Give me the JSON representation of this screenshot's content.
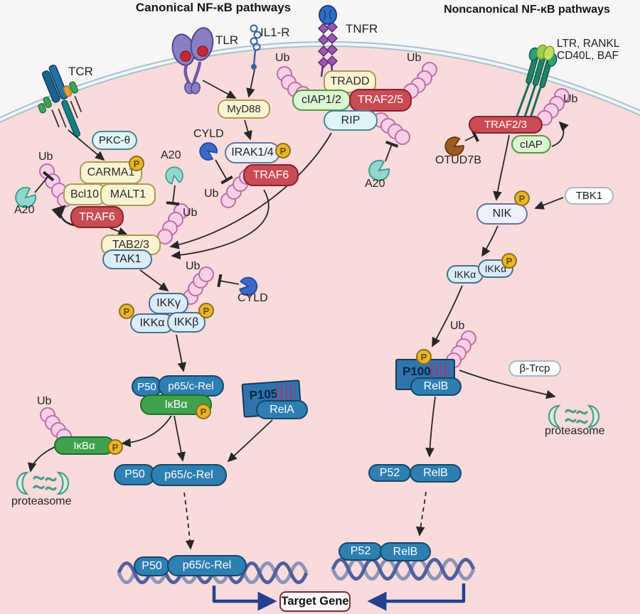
{
  "titles": {
    "canonical": "Canonical NF-κB pathways",
    "noncanonical": "Noncanonical NF-κB pathways"
  },
  "receptors": {
    "tcr": "TCR",
    "tlr": "TLR",
    "il1r": "IL1-R",
    "tnfr": "TNFR",
    "ltr_line1": "LTR, RANKL",
    "ltr_line2": "CD40L, BAF"
  },
  "proteins": {
    "pkc_theta": "PKC-θ",
    "carma1": "CARMA1",
    "bcl10": "Bcl10",
    "malt1": "MALT1",
    "traf6": "TRAF6",
    "myd88": "MyD88",
    "irak14": "IRAK1/4",
    "tradd": "TRADD",
    "ciap12": "cIAP1/2",
    "traf25": "TRAF2/5",
    "rip": "RIP",
    "tab23": "TAB2/3",
    "tak1": "TAK1",
    "ikk_gamma": "IKKγ",
    "ikk_alpha": "IKKα",
    "ikk_beta": "IKKβ",
    "p50": "P50",
    "p65_crel": "p65/c-Rel",
    "ikb_alpha": "IκBα",
    "p105": "P105",
    "rela": "RelA",
    "traf23": "TRAF2/3",
    "ciap": "cIAP",
    "nik": "NIK",
    "tbk1": "TBK1",
    "p100": "P100",
    "relb": "RelB",
    "btrcp": "β-Trcp",
    "p52": "P52",
    "target_gene": "Target Gene"
  },
  "enzymes": {
    "a20": "A20",
    "cyld": "CYLD",
    "otud7b": "OTUD7B"
  },
  "labels": {
    "ub": "Ub",
    "proteasome": "proteasome",
    "phospho": "P"
  },
  "colors": {
    "traf_red": "#c94b54",
    "rel_blue": "#2e7fb2",
    "ikb_green": "#3fa24c",
    "scaffold_yellow": "#faf3d3",
    "ubiquitin_pink": "#f7cfe6",
    "phospho_gold": "#e9b62a",
    "membrane": "#a9c0cf",
    "cytoplasm": "#f9dbdc",
    "gene_arrow_blue": "#23418f",
    "target_border": "#7d2b35"
  }
}
